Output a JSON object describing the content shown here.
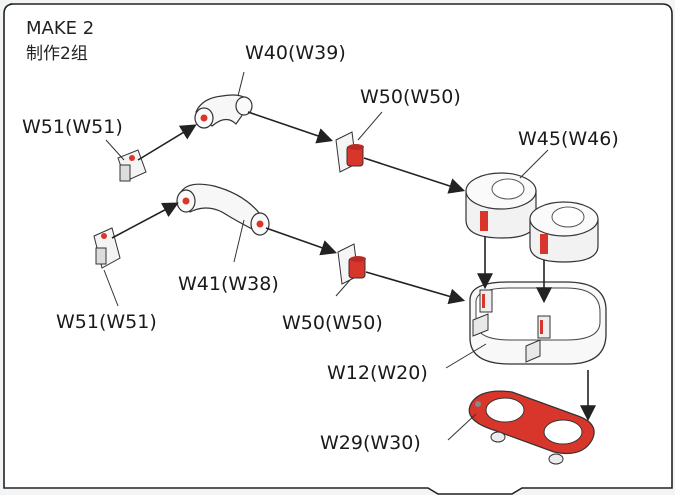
{
  "header": {
    "title": "MAKE 2",
    "subtitle": "制作2组"
  },
  "parts": {
    "w51_top": "W51(W51)",
    "w51_bottom": "W51(W51)",
    "w40": "W40(W39)",
    "w41": "W41(W38)",
    "w50_top": "W50(W50)",
    "w50_bottom": "W50(W50)",
    "w45": "W45(W46)",
    "w12": "W12(W20)",
    "w29": "W29(W30)"
  },
  "colors": {
    "accent": "#d9362b",
    "line": "#222222",
    "panel_bg": "#ffffff",
    "outer_bg": "#eeeff1"
  }
}
